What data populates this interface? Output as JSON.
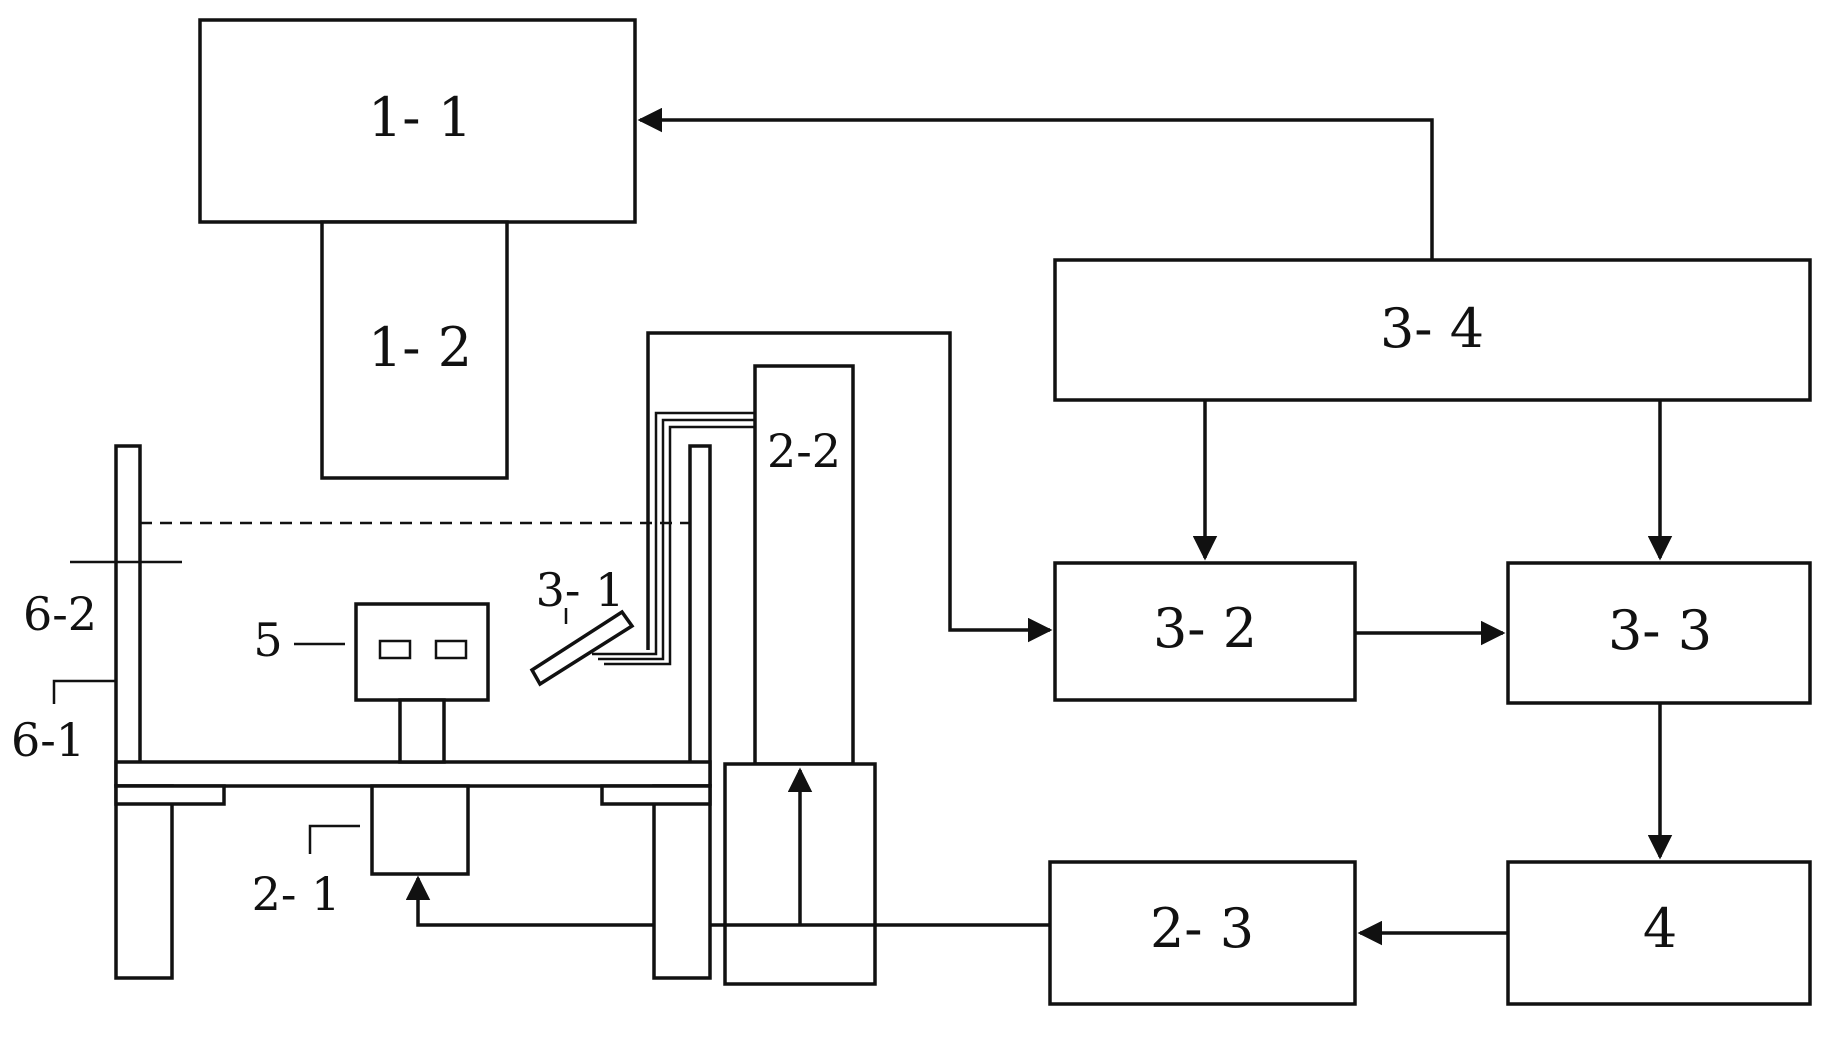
{
  "blocks": {
    "b1_1": "1- 1",
    "b1_2": "1- 2",
    "b3_4": "3- 4",
    "b2_2": "2-2",
    "b3_2": "3- 2",
    "b3_3": "3- 3",
    "b2_3": "2- 3",
    "b4": "4"
  },
  "tags": {
    "t5": "5",
    "t3_1": "3- 1",
    "t6_2": "6-2",
    "t6_1": "6-1",
    "t2_1": "2- 1"
  }
}
